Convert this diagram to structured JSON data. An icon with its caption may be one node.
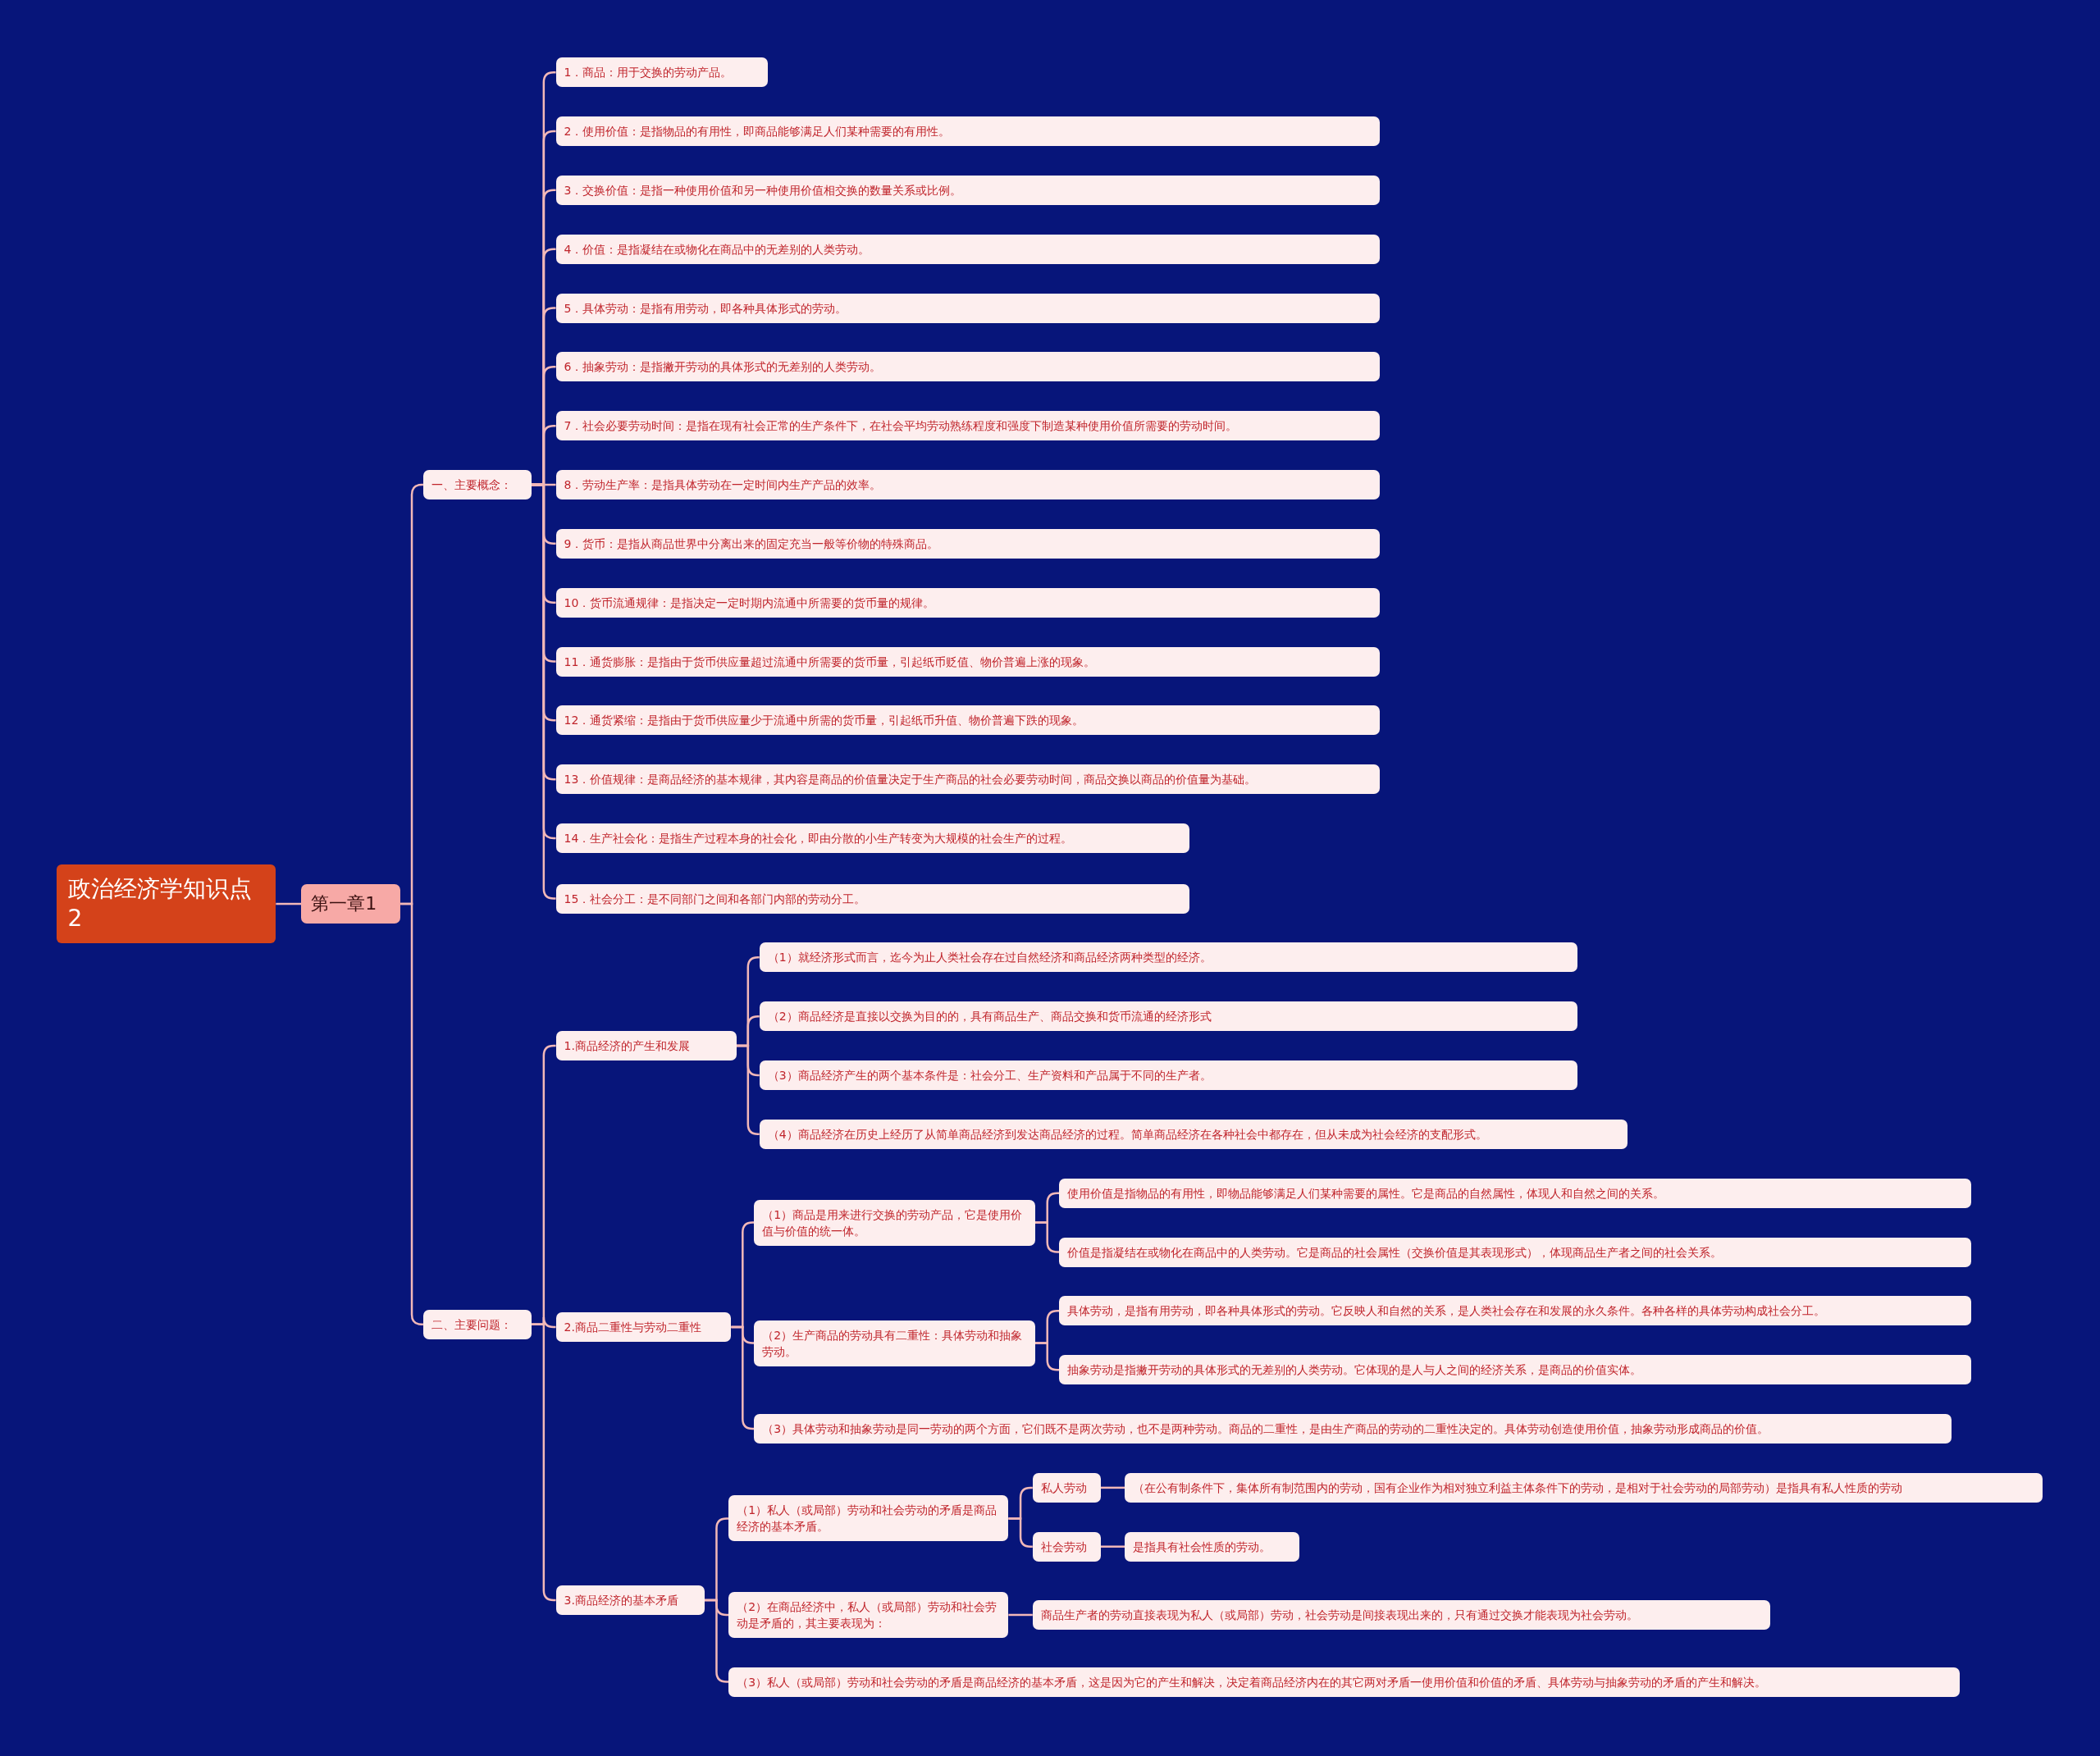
{
  "diagram": {
    "nodes": [
      {
        "text": [
          "政治经济学知识点2"
        ]
      },
      {
        "text": [
          "第一章1"
        ]
      },
      {
        "text": [
          "一、主要概念："
        ]
      },
      {
        "text": [
          "1．商品：用于交换的劳动产品。"
        ]
      },
      {
        "text": [
          "2．使用价值：是指物品的有用性，即商品能够满足人们某种需要的有用性。"
        ]
      },
      {
        "text": [
          "3．交换价值：是指一种使用价值和另一种使用价值相交换的数量关系或比例。"
        ]
      },
      {
        "text": [
          "4．价值：是指凝结在或物化在商品中的无差别的人类劳动。"
        ]
      },
      {
        "text": [
          "5．具体劳动：是指有用劳动，即各种具体形式的劳动。"
        ]
      },
      {
        "text": [
          "6．抽象劳动：是指撇开劳动的具体形式的无差别的人类劳动。"
        ]
      },
      {
        "text": [
          "7．社会必要劳动时间：是指在现有社会正常的生产条件下，在社会平均劳动熟练程度和强度下制造某种使用价值所需要的劳动时间。"
        ]
      },
      {
        "text": [
          "8．劳动生产率：是指具体劳动在一定时间内生产产品的效率。"
        ]
      },
      {
        "text": [
          "9．货币：是指从商品世界中分离出来的固定充当一般等价物的特殊商品。"
        ]
      },
      {
        "text": [
          "10．货币流通规律：是指决定一定时期内流通中所需要的货币量的规律。"
        ]
      },
      {
        "text": [
          "11．通货膨胀：是指由于货币供应量超过流通中所需要的货币量，引起纸币贬值、物价普遍上涨的现象。"
        ]
      },
      {
        "text": [
          "12．通货紧缩：是指由于货币供应量少于流通中所需的货币量，引起纸币升值、物价普遍下跌的现象。"
        ]
      },
      {
        "text": [
          "13．价值规律：是商品经济的基本规律，其内容是商品的价值量决定于生产商品的社会必要劳动时间，商品交换以商品的价值量为基础。"
        ]
      },
      {
        "text": [
          "14．生产社会化：是指生产过程本身的社会化，即由分散的小生产转变为大规模的社会生产的过程。"
        ]
      },
      {
        "text": [
          "15．社会分工：是不同部门之间和各部门内部的劳动分工。"
        ]
      },
      {
        "text": [
          "二、主要问题："
        ]
      },
      {
        "text": [
          "1.商品经济的产生和发展"
        ]
      },
      {
        "text": [
          "（1）就经济形式而言，迄今为止人类社会存在过自然经济和商品经济两种类型的经济。"
        ]
      },
      {
        "text": [
          "（2）商品经济是直接以交换为目的的，具有商品生产、商品交换和货币流通的经济形式"
        ]
      },
      {
        "text": [
          "（3）商品经济产生的两个基本条件是：社会分工、生产资料和产品属于不同的生产者。"
        ]
      },
      {
        "text": [
          "（4）商品经济在历史上经历了从简单商品经济到发达商品经济的过程。简单商品经济在各种社会中都存在，但从未成为社会经济的支配形式。"
        ]
      },
      {
        "text": [
          "2.商品二重性与劳动二重性"
        ]
      },
      {
        "text": [
          "（1）商品是用来进行交换的劳动产品，它是使用价值与价值的统一体。"
        ]
      },
      {
        "text": [
          "使用价值是指物品的有用性，即物品能够满足人们某种需要的属性。它是商品的自然属性，体现人和自然之间的关系。"
        ]
      },
      {
        "text": [
          "价值是指凝结在或物化在商品中的人类劳动。它是商品的社会属性（交换价值是其表现形式），体现商品生产者之间的社会关系。"
        ]
      },
      {
        "text": [
          "（2）生产商品的劳动具有二重性：具体劳动和抽象劳动。"
        ]
      },
      {
        "text": [
          "具体劳动，是指有用劳动，即各种具体形式的劳动。它反映人和自然的关系，是人类社会存在和发展的永久条件。各种各样的具体劳动构成社会分工。"
        ]
      },
      {
        "text": [
          "抽象劳动是指撇开劳动的具体形式的无差别的人类劳动。它体现的是人与人之间的经济关系，是商品的价值实体。"
        ]
      },
      {
        "text": [
          "（3）具体劳动和抽象劳动是同一劳动的两个方面，它们既不是两次劳动，也不是两种劳动。商品的二重性，是由生产商品的劳动的二重性决定的。具体劳动创造使用价值，抽象劳动形成商品的价值。"
        ]
      },
      {
        "text": [
          "3.商品经济的基本矛盾"
        ]
      },
      {
        "text": [
          "（1）私人（或局部）劳动和社会劳动的矛盾是商品经济的基本矛盾。"
        ]
      },
      {
        "text": [
          "私人劳动"
        ]
      },
      {
        "text": [
          "（在公有制条件下，集体所有制范围内的劳动，国有企业作为相对独立利益主体条件下的劳动，是相对于社会劳动的局部劳动）是指具有私人性质的劳动"
        ]
      },
      {
        "text": [
          "社会劳动"
        ]
      },
      {
        "text": [
          "是指具有社会性质的劳动。"
        ]
      },
      {
        "text": [
          "（2）在商品经济中，私人（或局部）劳动和社会劳动是矛盾的，其主要表现为："
        ]
      },
      {
        "text": [
          "商品生产者的劳动直接表现为私人（或局部）劳动，社会劳动是间接表现出来的，只有通过交换才能表现为社会劳动。"
        ]
      },
      {
        "text": [
          "（3）私人（或局部）劳动和社会劳动的矛盾是商品经济的基本矛盾，这是因为它的产生和解决，决定着商品经济内在的其它两对矛盾一使用价值和价值的矛盾、具体劳动与抽象劳动的矛盾的产生和解决。"
        ]
      }
    ],
    "edges": [
      {
        "from": 0,
        "to": 1,
        "arrow": "none"
      },
      {
        "from": 1,
        "to": 2,
        "arrow": "none"
      },
      {
        "from": 2,
        "to": 3,
        "arrow": "none"
      },
      {
        "from": 2,
        "to": 4,
        "arrow": "none"
      },
      {
        "from": 2,
        "to": 5,
        "arrow": "none"
      },
      {
        "from": 2,
        "to": 6,
        "arrow": "none"
      },
      {
        "from": 2,
        "to": 7,
        "arrow": "none"
      },
      {
        "from": 2,
        "to": 8,
        "arrow": "none"
      },
      {
        "from": 2,
        "to": 9,
        "arrow": "none"
      },
      {
        "from": 2,
        "to": 10,
        "arrow": "none"
      },
      {
        "from": 2,
        "to": 11,
        "arrow": "none"
      },
      {
        "from": 2,
        "to": 12,
        "arrow": "none"
      },
      {
        "from": 2,
        "to": 13,
        "arrow": "none"
      },
      {
        "from": 2,
        "to": 14,
        "arrow": "none"
      },
      {
        "from": 2,
        "to": 15,
        "arrow": "none"
      },
      {
        "from": 2,
        "to": 16,
        "arrow": "none"
      },
      {
        "from": 2,
        "to": 17,
        "arrow": "none"
      },
      {
        "from": 1,
        "to": 18,
        "arrow": "none"
      },
      {
        "from": 18,
        "to": 19,
        "arrow": "none"
      },
      {
        "from": 19,
        "to": 20,
        "arrow": "none"
      },
      {
        "from": 19,
        "to": 21,
        "arrow": "none"
      },
      {
        "from": 19,
        "to": 22,
        "arrow": "none"
      },
      {
        "from": 19,
        "to": 23,
        "arrow": "none"
      },
      {
        "from": 18,
        "to": 24,
        "arrow": "none"
      },
      {
        "from": 24,
        "to": 25,
        "arrow": "none"
      },
      {
        "from": 25,
        "to": 26,
        "arrow": "none"
      },
      {
        "from": 25,
        "to": 27,
        "arrow": "none"
      },
      {
        "from": 24,
        "to": 28,
        "arrow": "none"
      },
      {
        "from": 28,
        "to": 29,
        "arrow": "none"
      },
      {
        "from": 28,
        "to": 30,
        "arrow": "none"
      },
      {
        "from": 24,
        "to": 31,
        "arrow": "none"
      },
      {
        "from": 18,
        "to": 32,
        "arrow": "none"
      },
      {
        "from": 32,
        "to": 33,
        "arrow": "none"
      },
      {
        "from": 33,
        "to": 34,
        "arrow": "none"
      },
      {
        "from": 34,
        "to": 35,
        "arrow": "none"
      },
      {
        "from": 33,
        "to": 36,
        "arrow": "none"
      },
      {
        "from": 36,
        "to": 37,
        "arrow": "none"
      },
      {
        "from": 32,
        "to": 38,
        "arrow": "none"
      },
      {
        "from": 38,
        "to": 39,
        "arrow": "none"
      },
      {
        "from": 32,
        "to": 40,
        "arrow": "none"
      }
    ]
  }
}
